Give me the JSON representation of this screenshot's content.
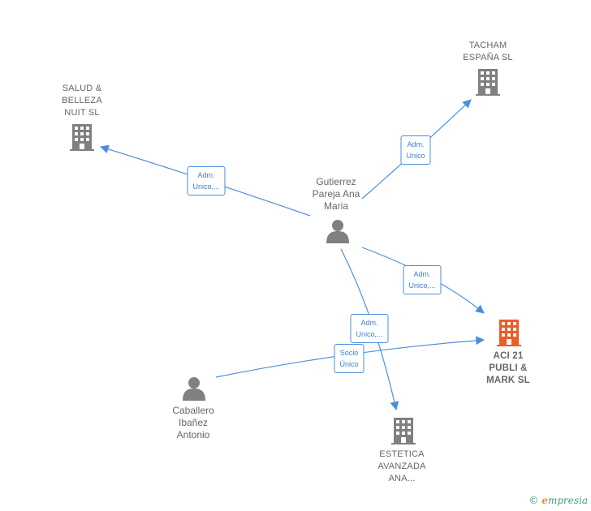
{
  "colors": {
    "edge": "#4a8fdd",
    "node_gray": "#808080",
    "highlight": "#f05a28",
    "label": "#666666"
  },
  "nodes": {
    "salud": {
      "label": "SALUD &\nBELLEZA\nNUIT  SL",
      "icon": "building-icon"
    },
    "tacham": {
      "label": "TACHAM\nESPAÑA  SL",
      "icon": "building-icon"
    },
    "gutierrez": {
      "label": "Gutierrez\nPareja Ana\nMaria",
      "icon": "person-icon"
    },
    "aci21": {
      "label": "ACI 21\nPUBLI &\nMARK  SL",
      "icon": "building-icon"
    },
    "caballero": {
      "label": "Caballero\nIbañez\nAntonio",
      "icon": "person-icon"
    },
    "estetica": {
      "label": "ESTETICA\nAVANZADA\nANA...",
      "icon": "building-icon"
    }
  },
  "edges": {
    "to_salud": "Adm.\nUnico,...",
    "to_tacham": "Adm.\nUnico",
    "to_aci21": "Adm.\nUnico,...",
    "to_estetica": "Adm.\nUnico,...",
    "caballero_to_aci21": "Socio\nÚnico"
  },
  "footer": {
    "copyright": "©",
    "brand_initial": "e",
    "brand_rest": "mpresia"
  }
}
